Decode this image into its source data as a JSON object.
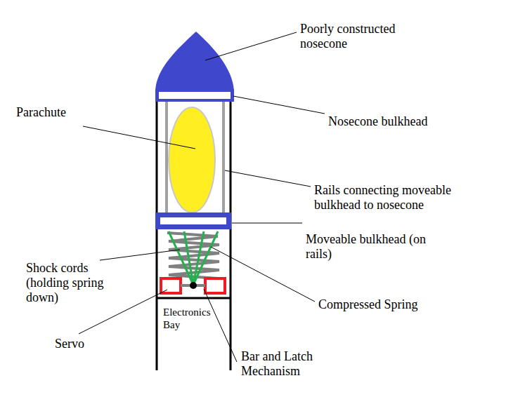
{
  "diagram": {
    "labels": [
      "Poorly constructed nosecone",
      "Parachute",
      "Nosecone bulkhead",
      "Rails connecting moveable bulkhead to nosecone",
      "Moveable bulkhead (on rails)",
      "Shock cords (holding spring down)",
      "Compressed Spring",
      "Electronics Bay",
      "Servo",
      "Bar and Latch Mechanism"
    ]
  }
}
